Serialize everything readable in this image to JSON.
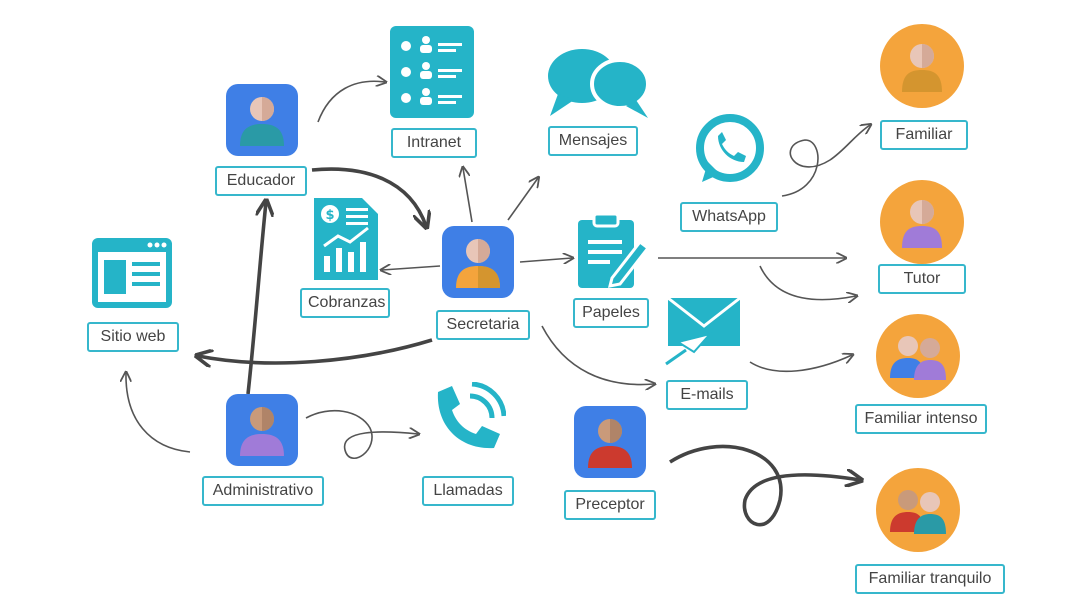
{
  "diagram": {
    "nodes": {
      "educador": "Educador",
      "intranet": "Intranet",
      "mensajes": "Mensajes",
      "familiar": "Familiar",
      "whatsapp": "WhatsApp",
      "tutor": "Tutor",
      "cobranzas": "Cobranzas",
      "secretaria": "Secretaria",
      "papeles": "Papeles",
      "sitio_web": "Sitio web",
      "email": "E-mails",
      "familiar_intenso": "Familiar intenso",
      "administrativo": "Administrativo",
      "llamadas": "Llamadas",
      "preceptor": "Preceptor",
      "familiar_tranquilo": "Familiar tranquilo"
    },
    "colors": {
      "label_border": "#36b7cc",
      "accent_teal": "#25b4c8",
      "role_blue": "#3f7fe6",
      "recipient_orange": "#f4a43c",
      "arrow": "#555555"
    }
  }
}
